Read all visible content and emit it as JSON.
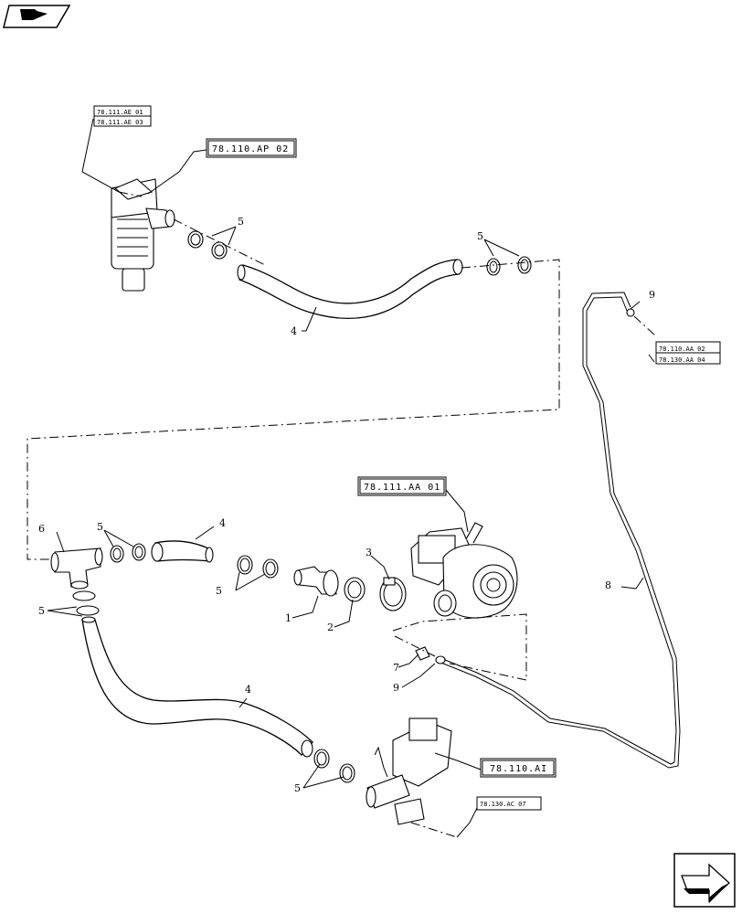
{
  "refs": {
    "r1a": "78.111.AE 01",
    "r1b": "78.111.AE 03",
    "r2": "78.110.AP 02",
    "r3a": "78.110.AA 02",
    "r3b": "78.130.AA 04",
    "r4": "78.111.AA 01",
    "r5": "78.110.AI",
    "r6": "78.130.AC 07"
  },
  "callouts": {
    "c1": "1",
    "c2": "2",
    "c3": "3",
    "c4a": "4",
    "c4b": "4",
    "c4c": "4",
    "c5a": "5",
    "c5b": "5",
    "c5c": "5",
    "c5d": "5",
    "c5e": "5",
    "c5f": "5",
    "c6": "6",
    "c7": "7",
    "c8": "8",
    "c9a": "9",
    "c9b": "9"
  },
  "icons": {
    "top_left": "book-arrow-icon",
    "bottom_right": "next-page-arrow-icon"
  }
}
